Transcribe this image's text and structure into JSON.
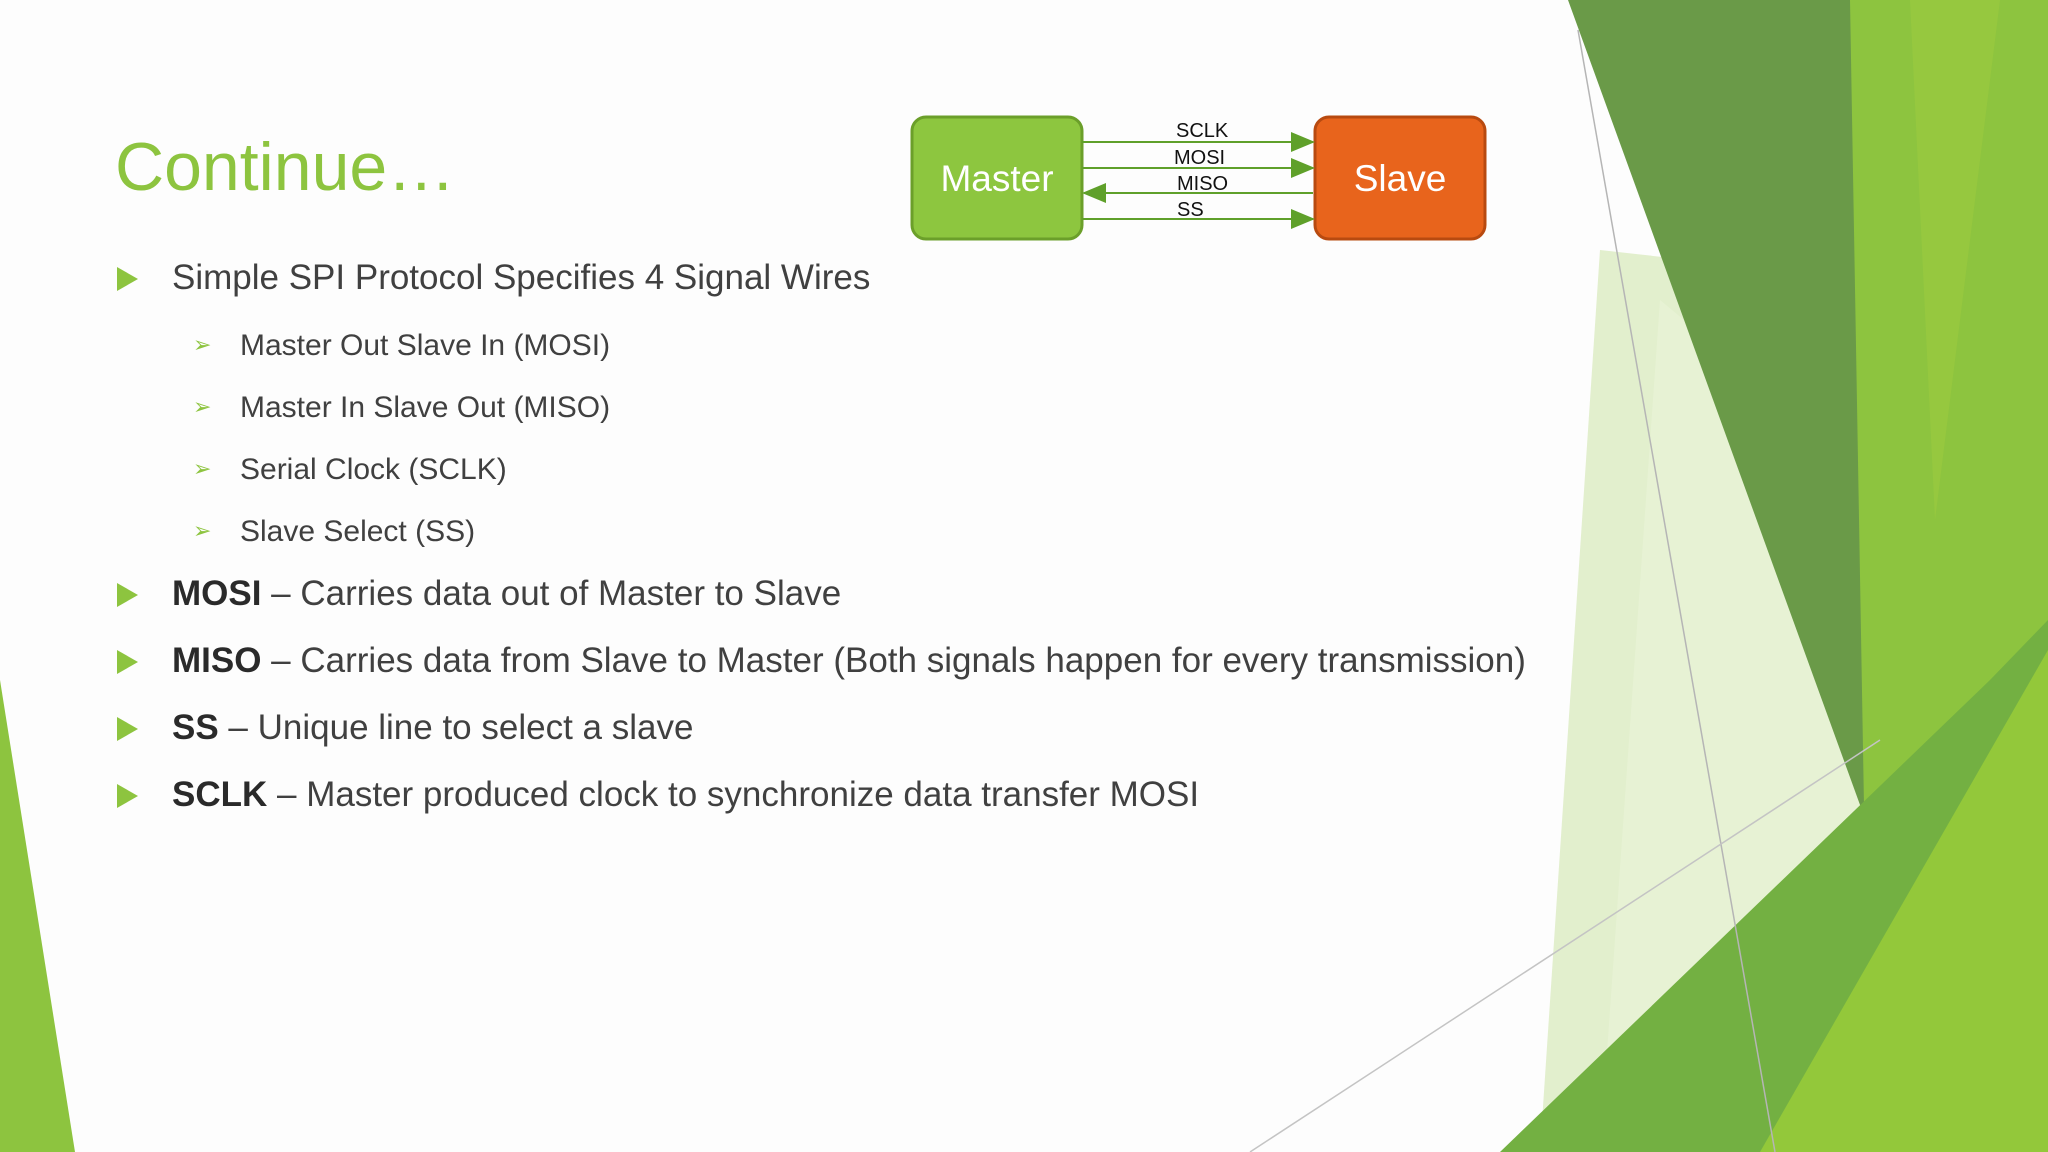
{
  "slide": {
    "title": "Continue…",
    "diagram": {
      "master_label": "Master",
      "slave_label": "Slave",
      "signals": [
        "SCLK",
        "MOSI",
        "MISO",
        "SS"
      ]
    },
    "bullets": [
      {
        "text": "Simple SPI Protocol Specifies 4 Signal Wires"
      },
      {
        "term": "MOSI",
        "text": " – Carries data out of Master to Slave"
      },
      {
        "term": "MISO",
        "text": " – Carries data from Slave to Master (Both signals happen for every transmission)"
      },
      {
        "term": "SS",
        "text": " – Unique line to select a slave"
      },
      {
        "term": "SCLK",
        "text": " – Master produced clock to synchronize data transfer MOSI"
      }
    ],
    "sub_bullets": [
      "Master Out Slave In (MOSI)",
      "Master In Slave Out (MISO)",
      "Serial Clock (SCLK)",
      "Slave Select (SS)"
    ]
  },
  "colors": {
    "accent_green": "#8dc43f",
    "master_fill": "#8dc63f",
    "slave_fill": "#e8641c",
    "text": "#404040"
  }
}
